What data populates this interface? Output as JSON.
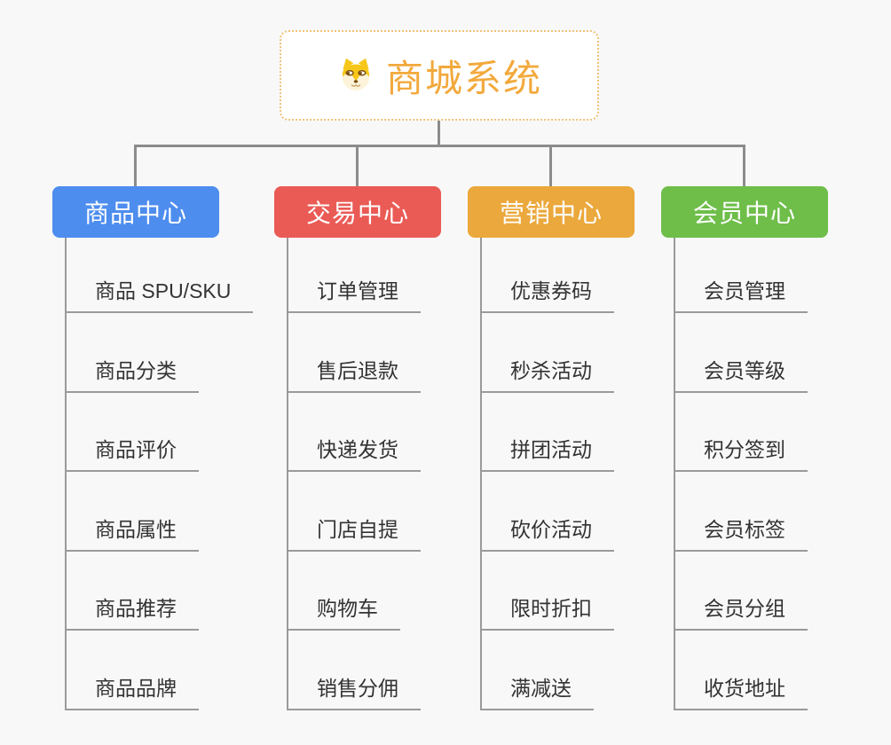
{
  "page": {
    "background": "#f8f8f8"
  },
  "root": {
    "title": "商城系统",
    "icon": "dog-face-icon",
    "title_color": "#f2a93c",
    "border_color": "#f0c178"
  },
  "connector_color": "#8c8c8c",
  "branches": [
    {
      "label": "商品中心",
      "color": "#4d8dee",
      "items": [
        "商品 SPU/SKU",
        "商品分类",
        "商品评价",
        "商品属性",
        "商品推荐",
        "商品品牌"
      ]
    },
    {
      "label": "交易中心",
      "color": "#ea5b56",
      "items": [
        "订单管理",
        "售后退款",
        "快递发货",
        "门店自提",
        "购物车",
        "销售分佣"
      ]
    },
    {
      "label": "营销中心",
      "color": "#eba83c",
      "items": [
        "优惠券码",
        "秒杀活动",
        "拼团活动",
        "砍价活动",
        "限时折扣",
        "满减送"
      ]
    },
    {
      "label": "会员中心",
      "color": "#6ebe49",
      "items": [
        "会员管理",
        "会员等级",
        "积分签到",
        "会员标签",
        "会员分组",
        "收货地址"
      ]
    }
  ]
}
